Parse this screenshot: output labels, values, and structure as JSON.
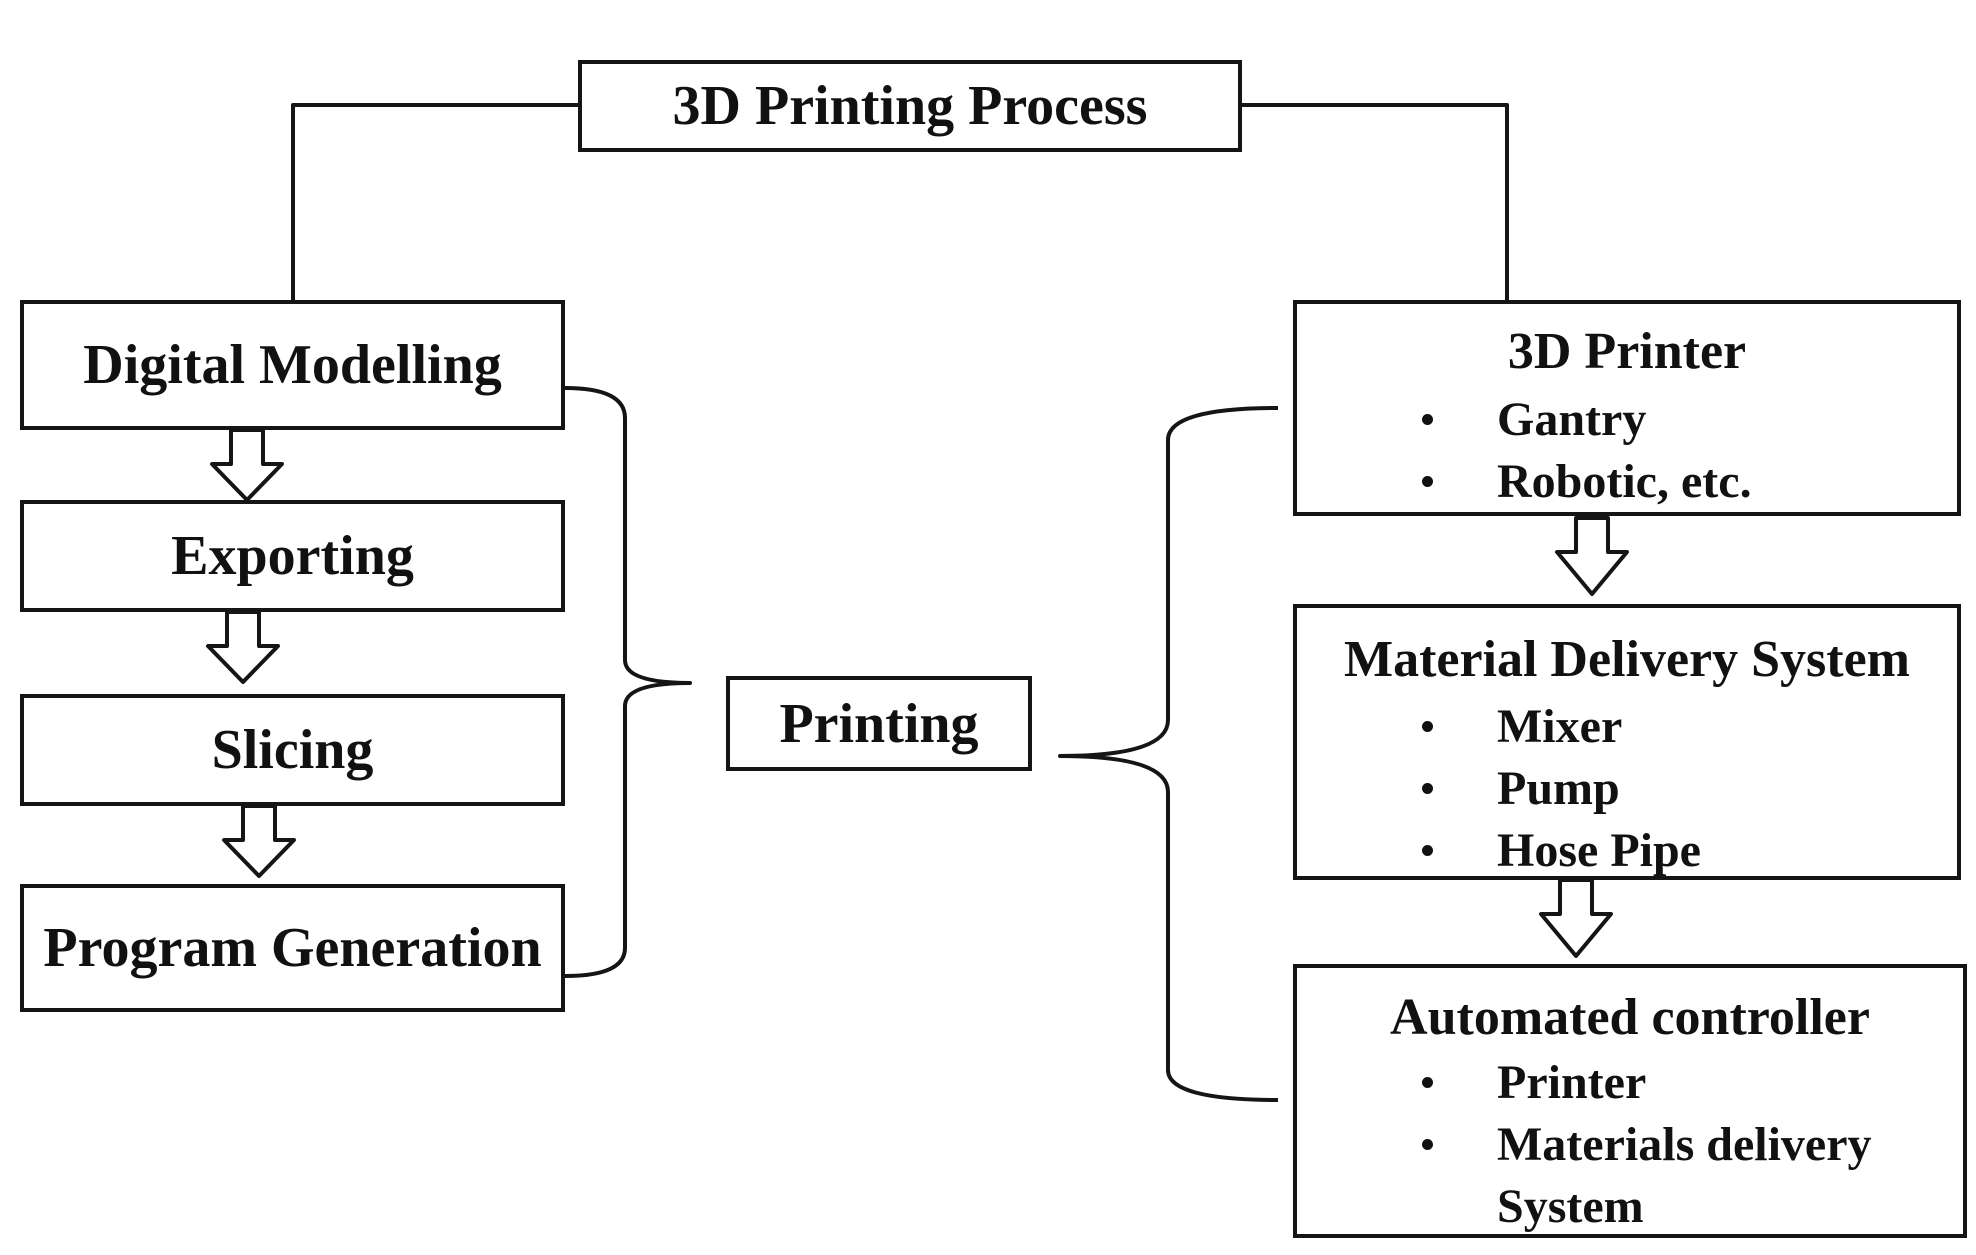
{
  "diagram": {
    "title": "3D Printing Process",
    "left_steps": [
      {
        "label": "Digital Modelling"
      },
      {
        "label": "Exporting"
      },
      {
        "label": "Slicing"
      },
      {
        "label": "Program Generation"
      }
    ],
    "center": {
      "label": "Printing"
    },
    "right_components": [
      {
        "title": "3D Printer",
        "items": [
          "Gantry",
          "Robotic, etc."
        ]
      },
      {
        "title": "Material Delivery System",
        "items": [
          "Mixer",
          "Pump",
          "Hose Pipe"
        ]
      },
      {
        "title": "Automated controller",
        "items": [
          "Printer",
          "Materials delivery"
        ],
        "continuation": "System"
      }
    ]
  }
}
